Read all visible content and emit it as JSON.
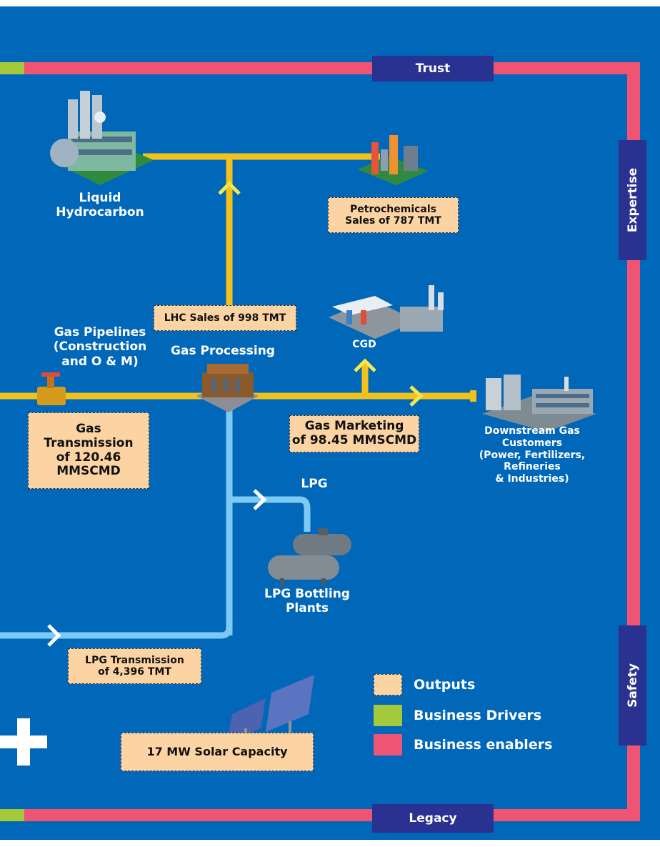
{
  "enablers": {
    "top": "Trust",
    "bottom": "Legacy",
    "right_upper": "Expertise",
    "right_lower": "Safety"
  },
  "nodes": {
    "liquid_hydrocarbon": "Liquid\nHydrocarbon",
    "gas_pipelines": "Gas Pipelines\n(Construction\nand O & M)",
    "gas_processing": "Gas Processing",
    "cgd": "CGD",
    "downstream": "Downstream Gas\nCustomers\n(Power, Fertilizers,\nRefineries\n& Industries)",
    "lpg": "LPG",
    "lpg_bottling": "LPG Bottling\nPlants"
  },
  "outputs": {
    "petrochemicals": "Petrochemicals\nSales of 787 TMT",
    "lhc_sales": "LHC Sales of 998 TMT",
    "gas_transmission": "Gas\nTransmission\nof 120.46\nMMSCMD",
    "gas_marketing": "Gas Marketing\nof 98.45 MMSCMD",
    "lpg_transmission": "LPG Transmission\nof 4,396 TMT",
    "solar": "17 MW Solar Capacity"
  },
  "legend": [
    {
      "label": "Outputs",
      "color": "#fcd4a4"
    },
    {
      "label": "Business Drivers",
      "color": "#a4c93a"
    },
    {
      "label": "Business enablers",
      "color": "#ef5472"
    }
  ],
  "colors": {
    "background": "#0167b9",
    "gas_pipe": "#f2c21b",
    "lpg_pipe": "#7ccaf2",
    "enabler_border": "#ef5472",
    "driver": "#a4c93a",
    "tag": "#2a3291"
  }
}
